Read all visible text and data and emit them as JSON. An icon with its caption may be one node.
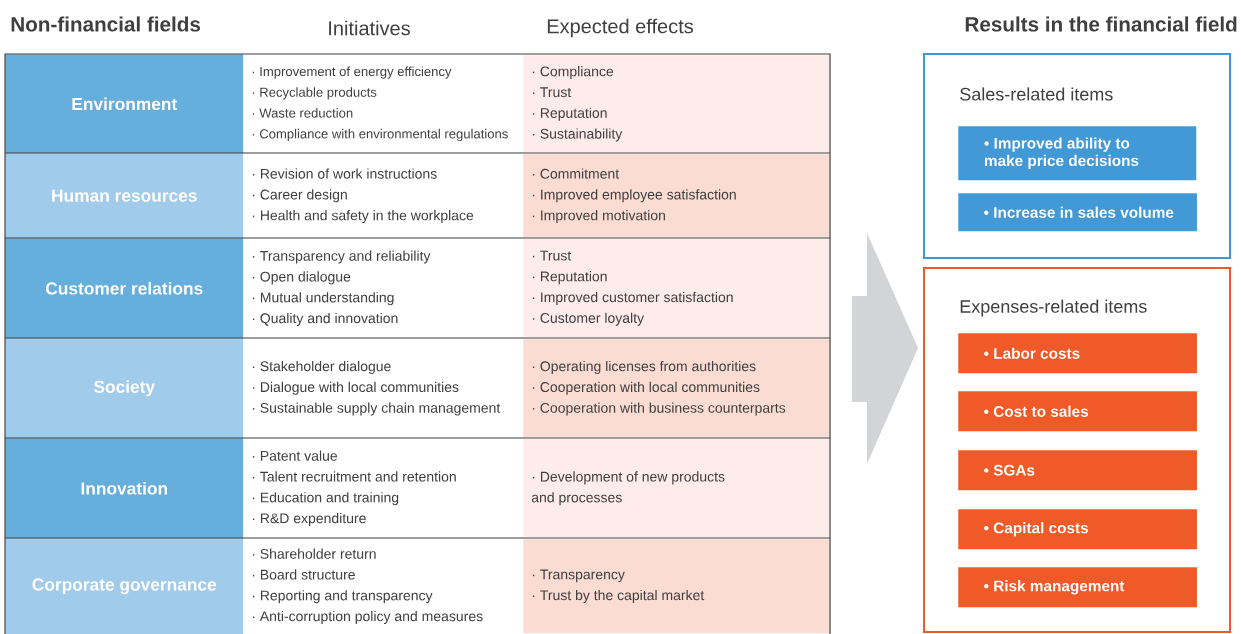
{
  "diagram": {
    "nodes": [
      {
        "text": [
          "Environment"
        ]
      },
      {
        "text": [
          "Human resources"
        ]
      },
      {
        "text": [
          "Customer relations"
        ]
      },
      {
        "text": [
          "Society"
        ]
      },
      {
        "text": [
          "Innovation"
        ]
      },
      {
        "text": [
          "Corporate governance"
        ]
      },
      {
        "text": [
          "· Improvement of energy efficiency",
          "· Recyclable products",
          "· Waste reduction",
          "· Compliance with environmental regulations"
        ]
      },
      {
        "text": [
          "· Revision of work instructions",
          "· Career design",
          "· Health and safety in the workplace"
        ]
      },
      {
        "text": [
          "· Transparency and reliability",
          "· Open dialogue",
          "· Mutual understanding",
          "· Quality and innovation"
        ]
      },
      {
        "text": [
          "· Stakeholder dialogue",
          "· Dialogue with local communities",
          "· Sustainable supply chain management"
        ]
      },
      {
        "text": [
          "· Patent value",
          "· Talent recruitment and retention",
          "· Education and training",
          "· R&D expenditure"
        ]
      },
      {
        "text": [
          "· Shareholder return",
          "· Board structure",
          "· Reporting and transparency",
          "· Anti-corruption policy and measures"
        ]
      },
      {
        "text": [
          "· Compliance",
          "· Trust",
          "· Reputation",
          "· Sustainability"
        ]
      },
      {
        "text": [
          "· Commitment",
          "· Improved employee satisfaction",
          "· Improved motivation"
        ]
      },
      {
        "text": [
          "· Trust",
          "· Reputation",
          "· Improved customer satisfaction",
          "· Customer loyalty"
        ]
      },
      {
        "text": [
          "· Operating licenses from authorities",
          "· Cooperation with local communities",
          "· Cooperation with business counterparts"
        ]
      },
      {
        "text": [
          "· Development of new products and processes"
        ]
      },
      {
        "text": [
          "· Transparency",
          "· Trust by the capital market"
        ]
      },
      {
        "text": [
          "Sales-related items"
        ]
      },
      {
        "text": [
          "• Improved ability to make price decisions"
        ],
        "in": 18
      },
      {
        "text": [
          "• Increase in sales volume"
        ],
        "in": 18
      },
      {
        "text": [
          "Expenses-related items"
        ]
      },
      {
        "text": [
          "• Labor costs"
        ],
        "in": 21
      },
      {
        "text": [
          "• Cost to sales"
        ],
        "in": 21
      },
      {
        "text": [
          "• SGAs"
        ],
        "in": 21
      },
      {
        "text": [
          "• Capital costs"
        ],
        "in": 21
      },
      {
        "text": [
          "• Risk management"
        ],
        "in": 21
      }
    ],
    "labels": [
      "Non-financial fields",
      "Initiatives",
      "Expected effects",
      "Results in the financial field"
    ]
  }
}
